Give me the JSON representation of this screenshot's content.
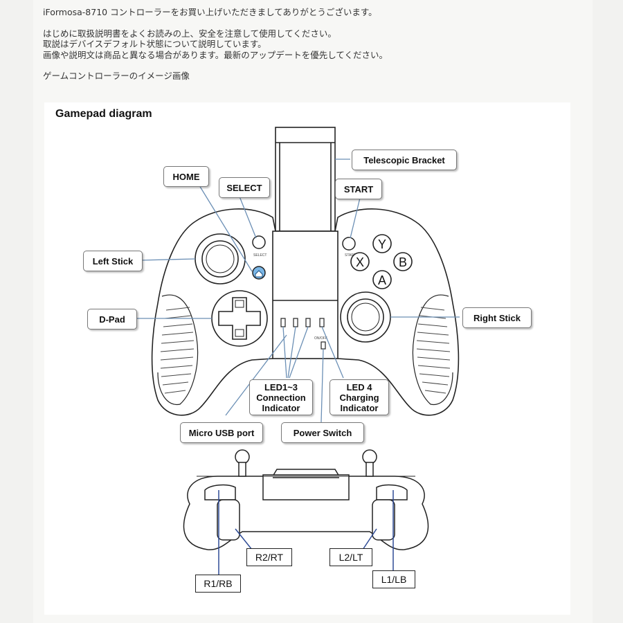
{
  "intro": {
    "line1": "iFormosa-8710 コントローラーをお買い上げいただきましてありがとうございます。",
    "line2": "はじめに取扱説明書をよくお読みの上、安全を注意して使用してください。",
    "line3": "取説はデバイスデフォルト状態について説明しています。",
    "line4": "画像や説明文は商品と異なる場合があります。最新のアップデートを優先してください。",
    "line5": "ゲームコントローラーのイメージ画像"
  },
  "diagram": {
    "title": "Gamepad diagram",
    "labels": {
      "telescopic_bracket": "Telescopic Bracket",
      "home": "HOME",
      "select": "SELECT",
      "start": "START",
      "left_stick": "Left Stick",
      "dpad": "D-Pad",
      "right_stick": "Right Stick",
      "led13": "LED1~3\nConnection\nIndicator",
      "led4": "LED 4\nCharging\nIndicator",
      "micro_usb": "Micro USB port",
      "power_switch": "Power Switch",
      "r2rt": "R2/RT",
      "l2lt": "L2/LT",
      "r1rb": "R1/RB",
      "l1lb": "L1/LB"
    },
    "button_letters": {
      "y": "Y",
      "x": "X",
      "b": "B",
      "a": "A"
    },
    "small_text": {
      "select": "SELECT",
      "start": "START",
      "onoff": "ON/OFF"
    }
  }
}
